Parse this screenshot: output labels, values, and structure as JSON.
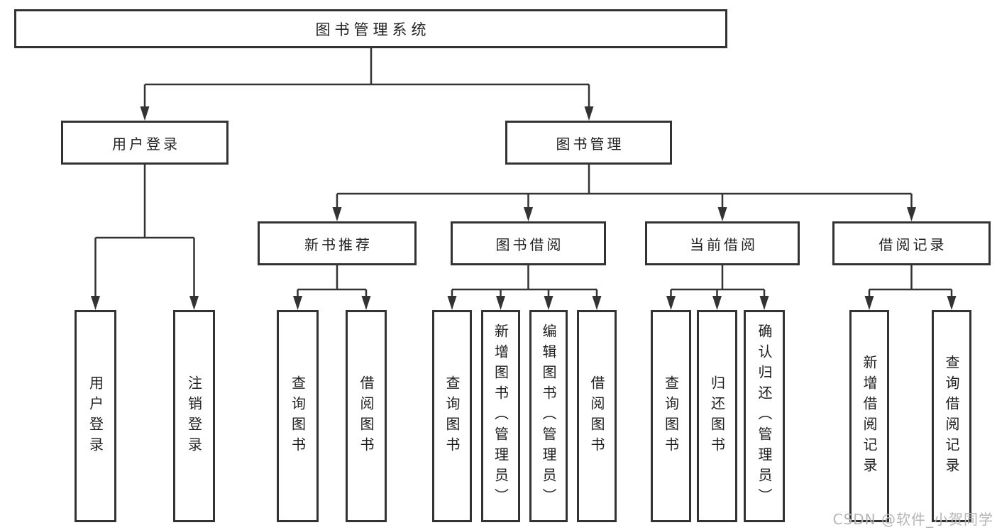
{
  "diagram": {
    "root": {
      "label": "图书管理系统"
    },
    "branches": [
      {
        "label": "用户登录",
        "children": [
          {
            "label": "用户登录"
          },
          {
            "label": "注销登录"
          }
        ]
      },
      {
        "label": "图书管理",
        "sections": [
          {
            "label": "新书推荐",
            "children": [
              {
                "label": "查询图书"
              },
              {
                "label": "借阅图书"
              }
            ]
          },
          {
            "label": "图书借阅",
            "children": [
              {
                "label": "查询图书"
              },
              {
                "label": "新增图书（管理员）"
              },
              {
                "label": "编辑图书（管理员）"
              },
              {
                "label": "借阅图书"
              }
            ]
          },
          {
            "label": "当前借阅",
            "children": [
              {
                "label": "查询图书"
              },
              {
                "label": "归还图书"
              },
              {
                "label": "确认归还（管理员）"
              }
            ]
          },
          {
            "label": "借阅记录",
            "children": [
              {
                "label": "新增借阅记录"
              },
              {
                "label": "查询借阅记录"
              }
            ]
          }
        ]
      }
    ]
  },
  "watermark": {
    "text": "CSDN @软件_小贺同学"
  },
  "colors": {
    "line": "#333333",
    "box_border": "#333333",
    "text": "#1f1f1f",
    "watermark": "#b5b5b5",
    "background": "#ffffff"
  }
}
